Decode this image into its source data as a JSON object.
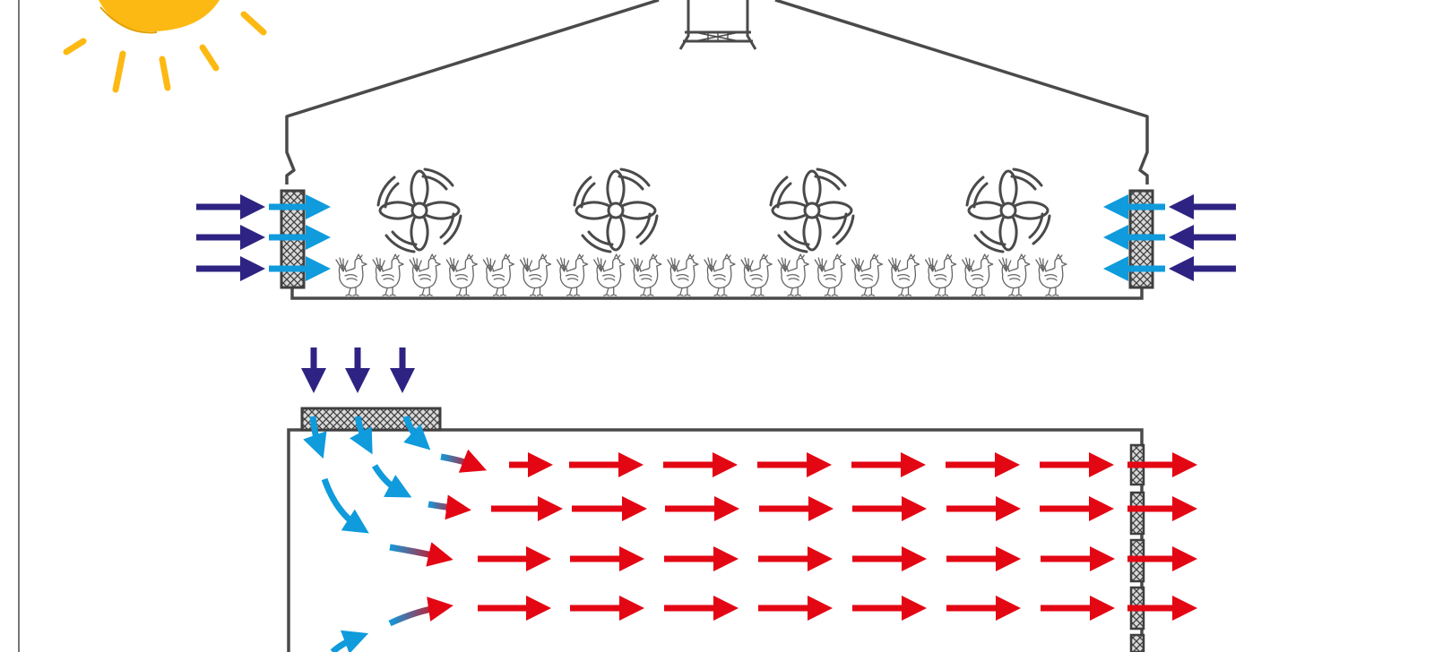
{
  "colors": {
    "outline": "#4a4a4a",
    "sun": "#fdb913",
    "outside_air": "#2e2382",
    "cooled_air": "#0f9bdc",
    "warm_air": "#e30613",
    "pad_fill": "#d9d9d9",
    "chicken": "#666666"
  },
  "icons": {
    "sun": "sun-icon",
    "fan": "fan-icon",
    "chicken": "chicken-icon",
    "cooling_pad": "cooling-pad-icon",
    "roof_vent": "roof-vent-icon"
  },
  "counts": {
    "side_view_fans": 4,
    "side_view_chickens": 20,
    "inlet_arrows_per_side": 3,
    "top_view_inlet_arrows": 3
  }
}
